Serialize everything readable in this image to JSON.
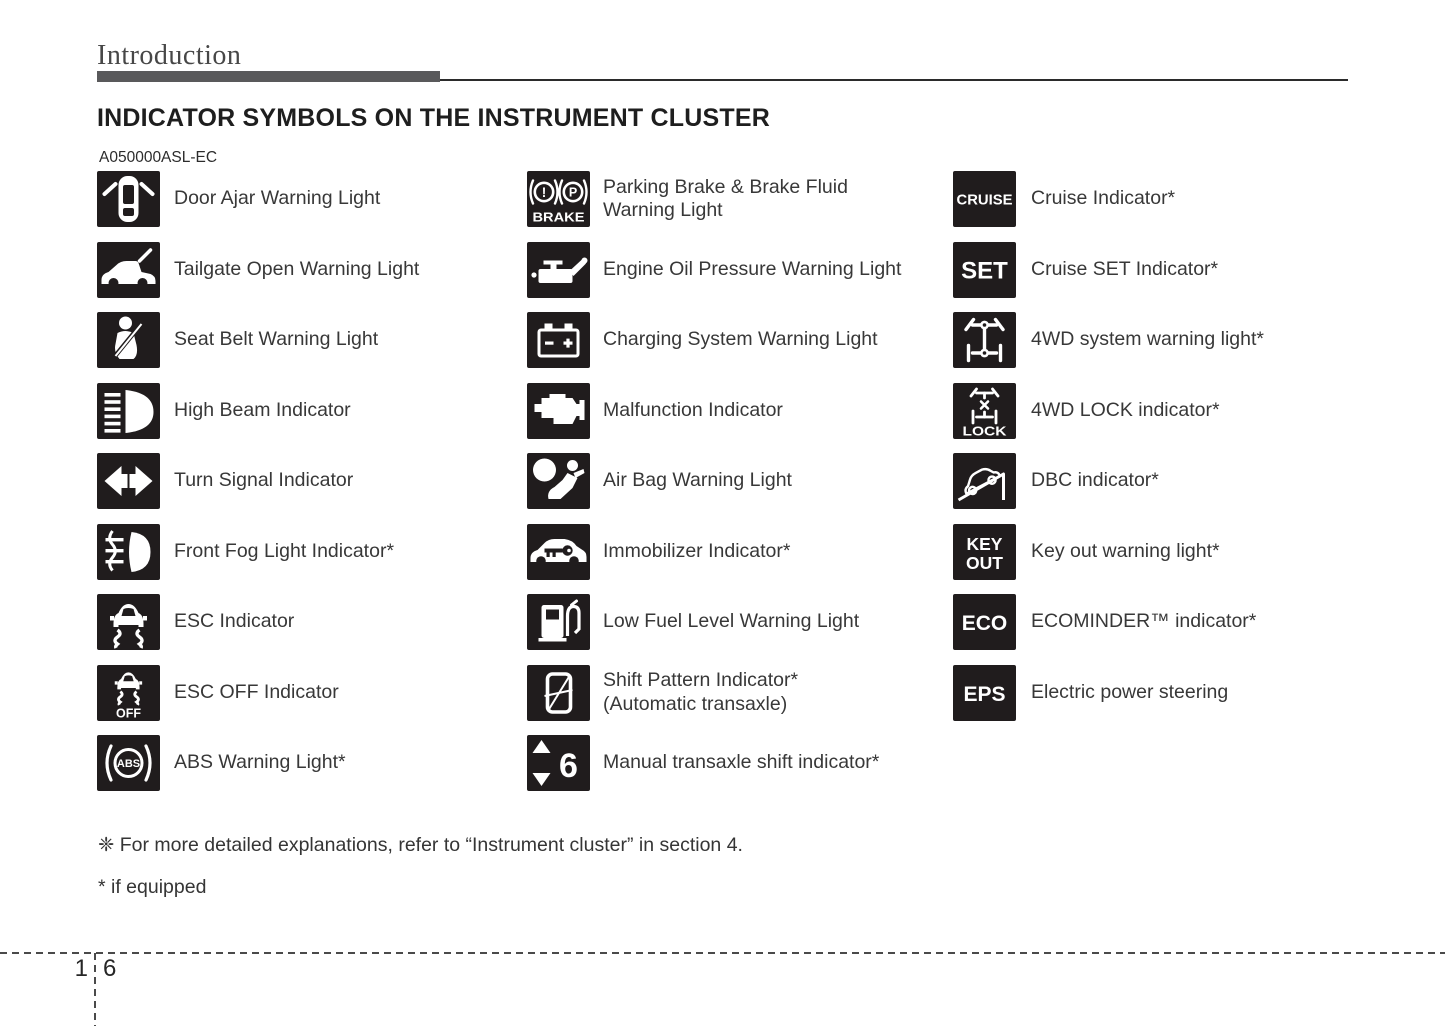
{
  "page": {
    "header_title": "Introduction",
    "section_title": "INDICATOR SYMBOLS ON THE INSTRUMENT CLUSTER",
    "code": "A050000ASL-EC",
    "note_reference": "❈ For more detailed explanations, refer to “Instrument cluster” in section 4.",
    "note_equipped": "* if equipped",
    "page_section": "1",
    "page_number": "6"
  },
  "colors": {
    "icon_background": "#201c1d",
    "accent_bar": "#59595b",
    "text": "#373737"
  },
  "icon_text": {
    "brake": "BRAKE",
    "exclaim": "!",
    "park": "P",
    "abs": "ABS",
    "off": "OFF",
    "cruise": "CRUISE",
    "set": "SET",
    "lock": "LOCK",
    "key1": "KEY",
    "key2": "OUT",
    "eco": "ECO",
    "eps": "EPS",
    "six": "6"
  },
  "columns": [
    {
      "items": [
        {
          "icon": "door-ajar",
          "label": "Door Ajar Warning Light"
        },
        {
          "icon": "tailgate-open",
          "label": "Tailgate Open Warning Light"
        },
        {
          "icon": "seat-belt",
          "label": "Seat Belt Warning Light"
        },
        {
          "icon": "high-beam",
          "label": "High Beam Indicator"
        },
        {
          "icon": "turn-signal",
          "label": "Turn Signal Indicator"
        },
        {
          "icon": "front-fog",
          "label": "Front Fog Light Indicator*"
        },
        {
          "icon": "esc",
          "label": "ESC Indicator"
        },
        {
          "icon": "esc-off",
          "label": "ESC OFF Indicator"
        },
        {
          "icon": "abs",
          "label": "ABS Warning Light*"
        }
      ]
    },
    {
      "items": [
        {
          "icon": "parking-brake",
          "label": "Parking Brake & Brake Fluid",
          "label2": "Warning Light"
        },
        {
          "icon": "engine-oil",
          "label": "Engine Oil Pressure Warning Light"
        },
        {
          "icon": "charging",
          "label": "Charging System Warning Light"
        },
        {
          "icon": "malfunction",
          "label": "Malfunction Indicator"
        },
        {
          "icon": "air-bag",
          "label": "Air Bag Warning Light"
        },
        {
          "icon": "immobilizer",
          "label": "Immobilizer Indicator*"
        },
        {
          "icon": "low-fuel",
          "label": "Low Fuel Level Warning Light"
        },
        {
          "icon": "shift-pattern",
          "label": "Shift Pattern Indicator*",
          "label2": "(Automatic transaxle)"
        },
        {
          "icon": "manual-shift",
          "label": "Manual transaxle shift indicator*"
        }
      ]
    },
    {
      "items": [
        {
          "icon": "cruise",
          "label": "Cruise Indicator*"
        },
        {
          "icon": "cruise-set",
          "label": "Cruise SET Indicator*"
        },
        {
          "icon": "4wd-warning",
          "label": "4WD system warning light*"
        },
        {
          "icon": "4wd-lock",
          "label": "4WD LOCK indicator*"
        },
        {
          "icon": "dbc",
          "label": "DBC indicator*"
        },
        {
          "icon": "key-out",
          "label": "Key out warning light*"
        },
        {
          "icon": "ecominder",
          "label": "ECOMINDER™ indicator*"
        },
        {
          "icon": "eps",
          "label": "Electric power steering"
        }
      ]
    }
  ]
}
